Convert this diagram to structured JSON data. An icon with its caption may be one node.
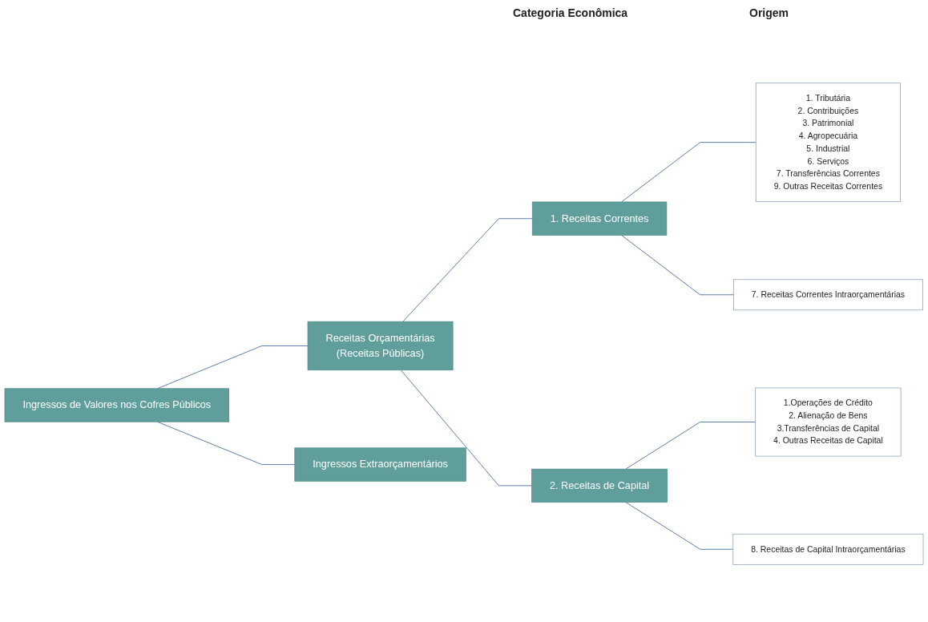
{
  "diagram": {
    "nodes": [
      {
        "text": [
          "Ingressos de Valores nos Cofres Públicos"
        ]
      },
      {
        "text": [
          "Receitas Orçamentárias",
          "(Receitas Públicas)"
        ]
      },
      {
        "text": [
          "Ingressos Extraorçamentários"
        ]
      },
      {
        "text": [
          "1. Receitas Correntes"
        ]
      },
      {
        "text": [
          "2. Receitas de Capital"
        ]
      },
      {
        "text": [
          "1. Tributária",
          "2. Contribuições",
          "3. Patrimonial",
          "4. Agropecuária",
          "5. Industrial",
          "6. Serviços",
          "7. Transferências Correntes",
          "9. Outras Receitas Correntes"
        ]
      },
      {
        "text": [
          "7. Receitas Correntes Intraorçamentárias"
        ]
      },
      {
        "text": [
          "1.Operações de Crédito",
          "2. Alienação de Bens",
          "3.Transferências de Capital",
          "4. Outras Receitas de Capital"
        ]
      },
      {
        "text": [
          "8. Receitas de Capital Intraorçamentárias"
        ]
      }
    ],
    "edges": [
      {
        "from": 0,
        "to": 1,
        "arrow": "none"
      },
      {
        "from": 0,
        "to": 2,
        "arrow": "none"
      },
      {
        "from": 1,
        "to": 3,
        "arrow": "none"
      },
      {
        "from": 1,
        "to": 4,
        "arrow": "none"
      },
      {
        "from": 3,
        "to": 5,
        "arrow": "none"
      },
      {
        "from": 3,
        "to": 6,
        "arrow": "none"
      },
      {
        "from": 4,
        "to": 7,
        "arrow": "none"
      },
      {
        "from": 4,
        "to": 8,
        "arrow": "none"
      }
    ],
    "labels": [
      "Categoria Econômica",
      "Origem"
    ]
  }
}
